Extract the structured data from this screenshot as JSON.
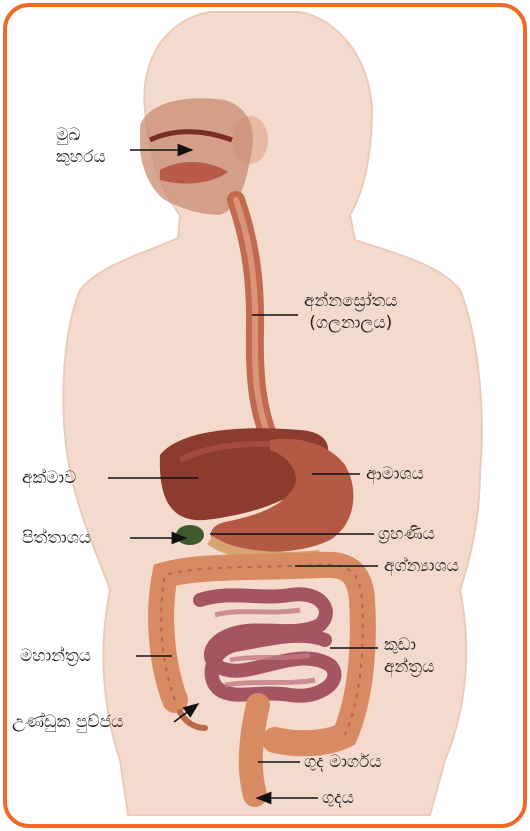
{
  "colors": {
    "frame": "#ef6a26",
    "body": "#f3dacd",
    "organ_dark": "#8c3b2f",
    "organ_mid": "#b45a44",
    "intestine": "#a55561",
    "colon": "#d88a63"
  },
  "labels": {
    "mouth_line1": "මුඛ",
    "mouth_line2": "කුහරය",
    "esophagus_line1": "අන්නස්‍රෝතය",
    "esophagus_line2": "(ගලනාලය)",
    "liver": "අක්මාව",
    "stomach": "ආමාශය",
    "gallbladder": "පිත්තාශය",
    "duodenum": "ග්‍රහණිය",
    "pancreas": "අග්න්‍යාශය",
    "large_intestine": "මහාන්ත්‍රය",
    "small_intestine_line1": "කුඩා",
    "small_intestine_line2": "අන්ත්‍රය",
    "appendix": "උණ්ඩුක පුච්ජය",
    "rectum": "ගුද මාර්ගය",
    "anus": "ගුදය"
  }
}
